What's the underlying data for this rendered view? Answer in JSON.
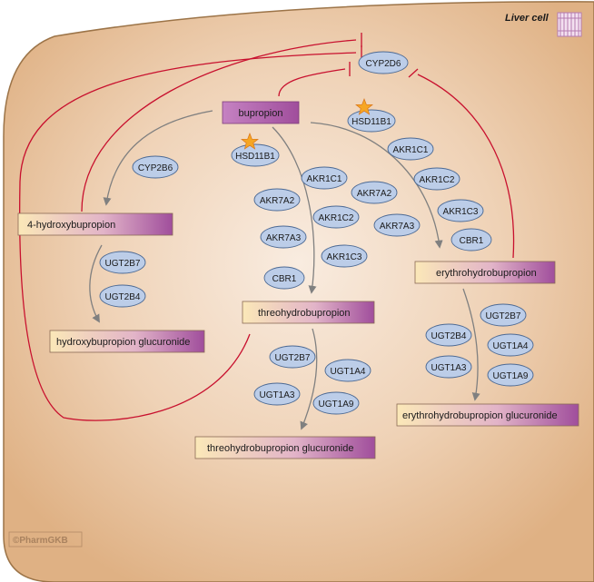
{
  "cell_label": "Liver cell",
  "watermark": "©PharmGKB",
  "colors": {
    "cell_fill_outer": "#dfb184",
    "cell_fill_inner": "#f7e7d8",
    "cell_border": "#9c7448",
    "enzyme_fill": "#bccde8",
    "enzyme_border": "#4d6a94",
    "metabolite_start": "#fbe8b8",
    "metabolite_end": "#a04e9c",
    "inhibition": "#c8102e",
    "arrow": "#808080"
  },
  "metabolites": {
    "bupropion": "bupropion",
    "hydroxybupropion": "4-hydroxybupropion",
    "hydroxybupropion_glucuronide": "hydroxybupropion glucuronide",
    "threohydrobupropion": "threohydrobupropion",
    "threohydrobupropion_glucuronide": "threohydrobupropion glucuronide",
    "erythrohydrobupropion": "erythrohydrobupropion",
    "erythrohydrobupropion_glucuronide": "erythrohydrobupropion glucuronide"
  },
  "enzymes": {
    "cyp2d6": "CYP2D6",
    "cyp2b6": "CYP2B6",
    "hsd11b1_threo": "HSD11B1",
    "hsd11b1_erythro": "HSD11B1",
    "akr1c1_threo": "AKR1C1",
    "akr7a2_threo_a": "AKR7A2",
    "akr7a2_threo_b": "AKR7A2",
    "akr1c2_threo": "AKR1C2",
    "akr7a3_threo_a": "AKR7A3",
    "akr7a3_threo_b": "AKR7A3",
    "akr1c3_threo": "AKR1C3",
    "cbr1_threo": "CBR1",
    "akr1c1_erythro": "AKR1C1",
    "akr1c2_erythro": "AKR1C2",
    "akr1c3_erythro": "AKR1C3",
    "cbr1_erythro": "CBR1",
    "ugt2b7_hydroxy": "UGT2B7",
    "ugt2b4_hydroxy": "UGT2B4",
    "ugt2b7_threo": "UGT2B7",
    "ugt1a4_threo": "UGT1A4",
    "ugt1a3_threo": "UGT1A3",
    "ugt1a9_threo": "UGT1A9",
    "ugt2b7_erythro": "UGT2B7",
    "ugt2b4_erythro": "UGT2B4",
    "ugt1a4_erythro": "UGT1A4",
    "ugt1a3_erythro": "UGT1A3",
    "ugt1a9_erythro": "UGT1A9"
  }
}
